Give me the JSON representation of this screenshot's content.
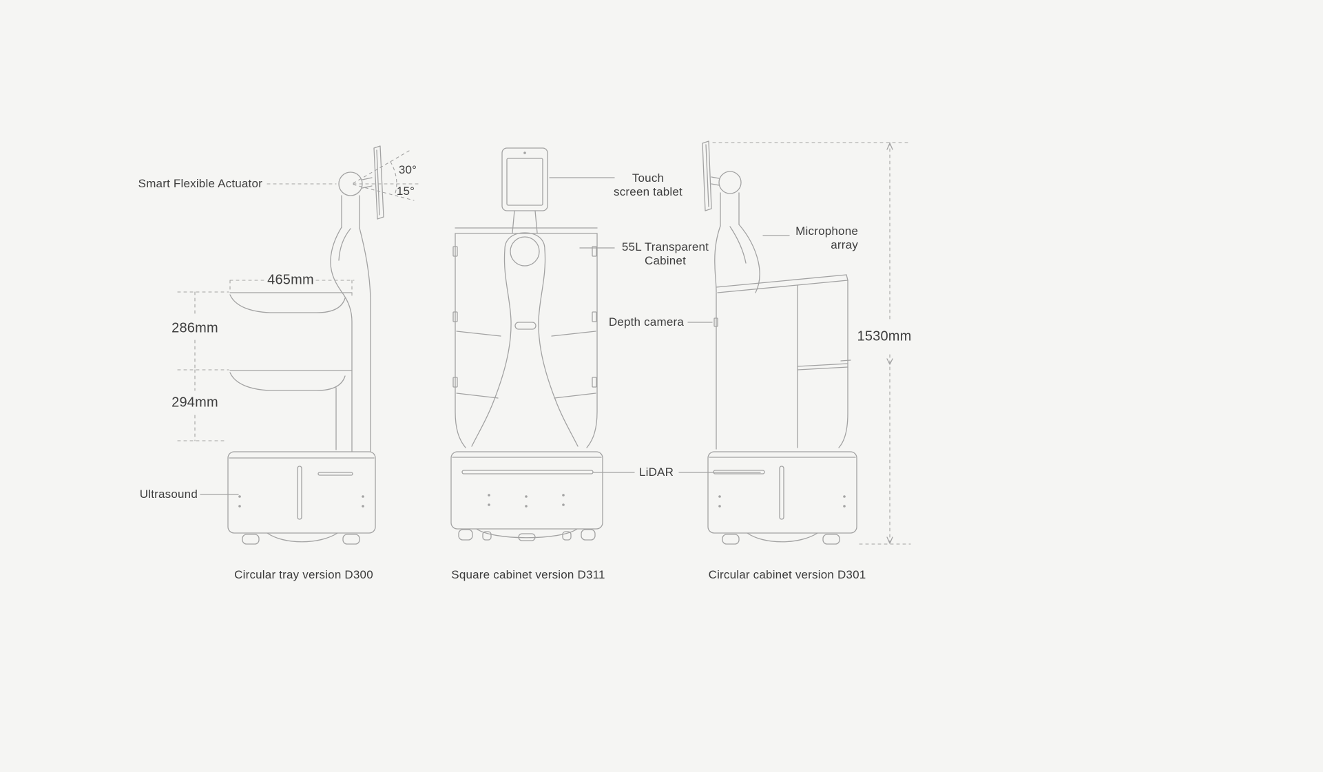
{
  "canvas": {
    "background": "#f5f5f3"
  },
  "style": {
    "line_color": "#a2a2a2",
    "text_color": "#3e3e3e"
  },
  "labels": {
    "smart_flexible_actuator": "Smart Flexible Actuator",
    "ultrasound": "Ultrasound",
    "touch_line1": "Touch",
    "touch_line2": "screen tablet",
    "cabinet_line1": "55L Transparent",
    "cabinet_line2": "Cabinet",
    "depth_camera": "Depth camera",
    "lidar": "LiDAR",
    "mic_line1": "Microphone",
    "mic_line2": "array"
  },
  "dimensions": {
    "tray_width": "465mm",
    "upper_gap": "286mm",
    "lower_gap": "294mm",
    "total_height": "1530mm",
    "tilt_up": "30°",
    "tilt_down": "15°"
  },
  "captions": {
    "d300": "Circular tray version D300",
    "d311": "Square cabinet version D311",
    "d301": "Circular cabinet version D301"
  }
}
